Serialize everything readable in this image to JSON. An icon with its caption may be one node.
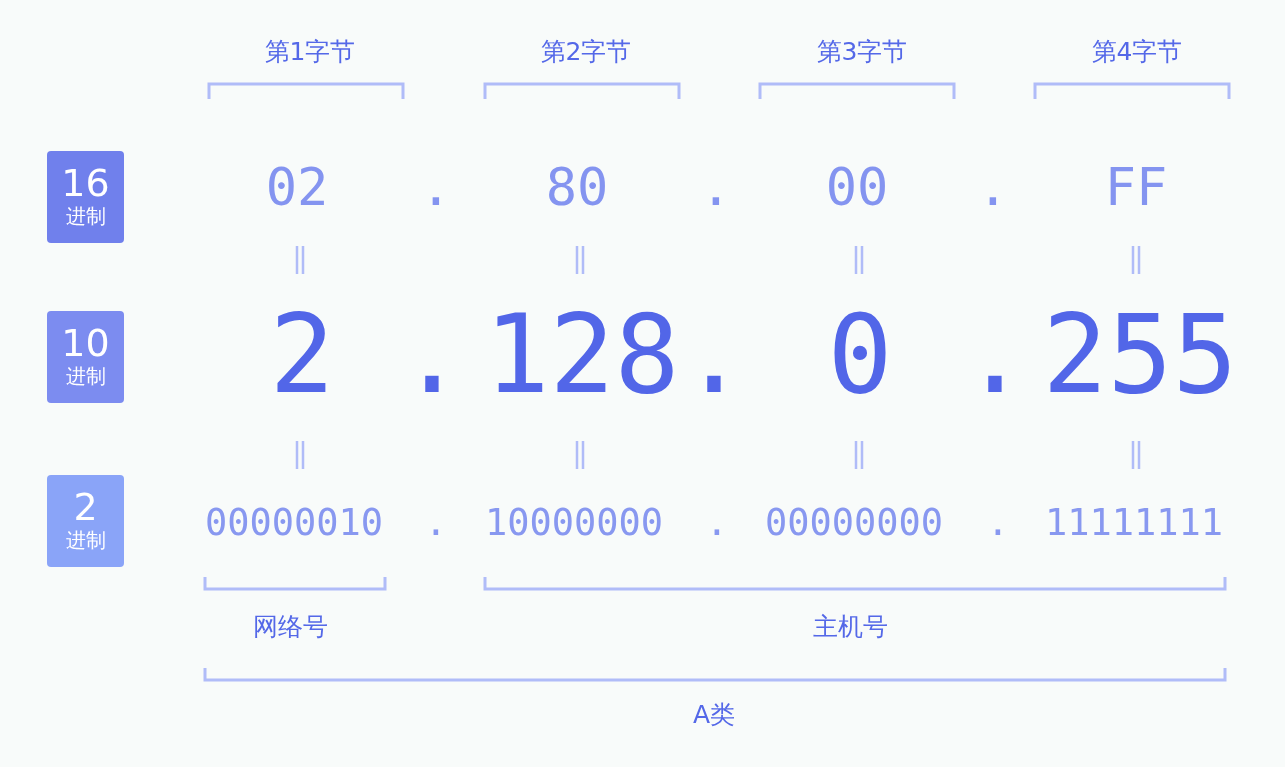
{
  "diagram": {
    "nodes": [
      {
        "text": [
          "16",
          "进制"
        ]
      },
      {
        "text": [
          "10",
          "进制"
        ]
      },
      {
        "text": [
          "2",
          "进制"
        ]
      }
    ],
    "labels": [
      "第1字节",
      "第2字节",
      "第3字节",
      "第4字节",
      "02",
      ".",
      "80",
      ".",
      "00",
      ".",
      "FF",
      "2",
      ".",
      "128",
      ".",
      "0",
      ".",
      "255",
      "00000010",
      ".",
      "10000000",
      ".",
      "00000000",
      ".",
      "11111111",
      "网络号",
      "主机号",
      "A类"
    ]
  }
}
